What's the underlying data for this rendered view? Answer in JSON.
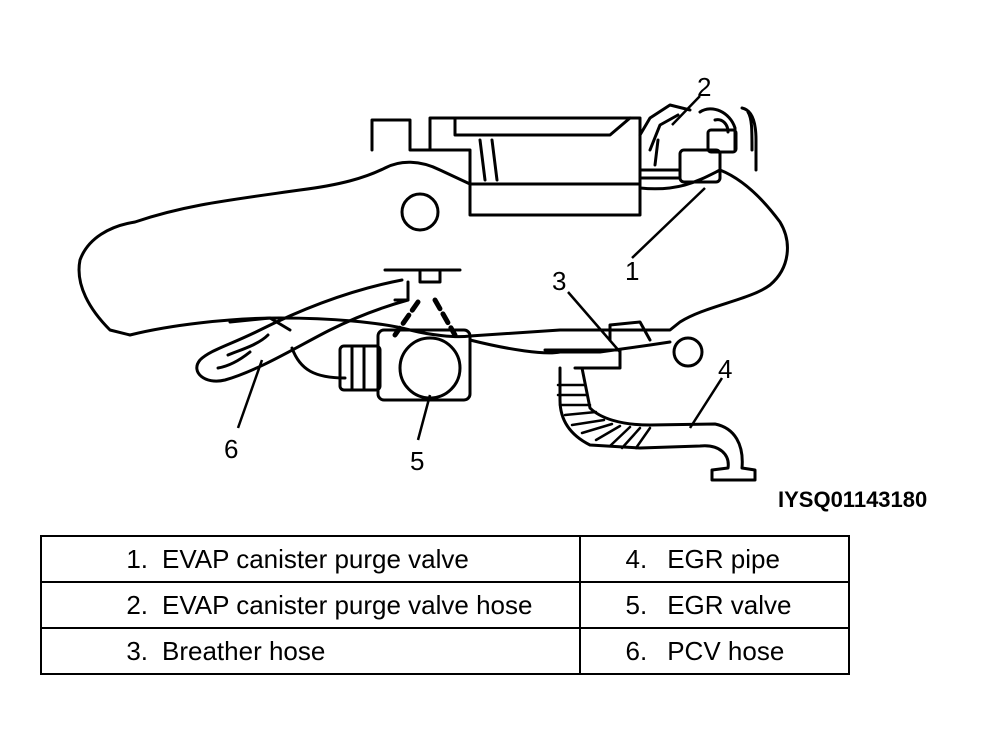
{
  "figure": {
    "code": "IYSQ01143180",
    "callouts": [
      "1",
      "2",
      "3",
      "4",
      "5",
      "6"
    ]
  },
  "legend": {
    "rows": [
      {
        "left_num": "1.",
        "left_label": "EVAP canister purge valve",
        "right_num": "4.",
        "right_label": "EGR pipe"
      },
      {
        "left_num": "2.",
        "left_label": "EVAP canister purge valve hose",
        "right_num": "5.",
        "right_label": "EGR valve"
      },
      {
        "left_num": "3.",
        "left_label": "Breather hose",
        "right_num": "6.",
        "right_label": "PCV hose"
      }
    ]
  }
}
